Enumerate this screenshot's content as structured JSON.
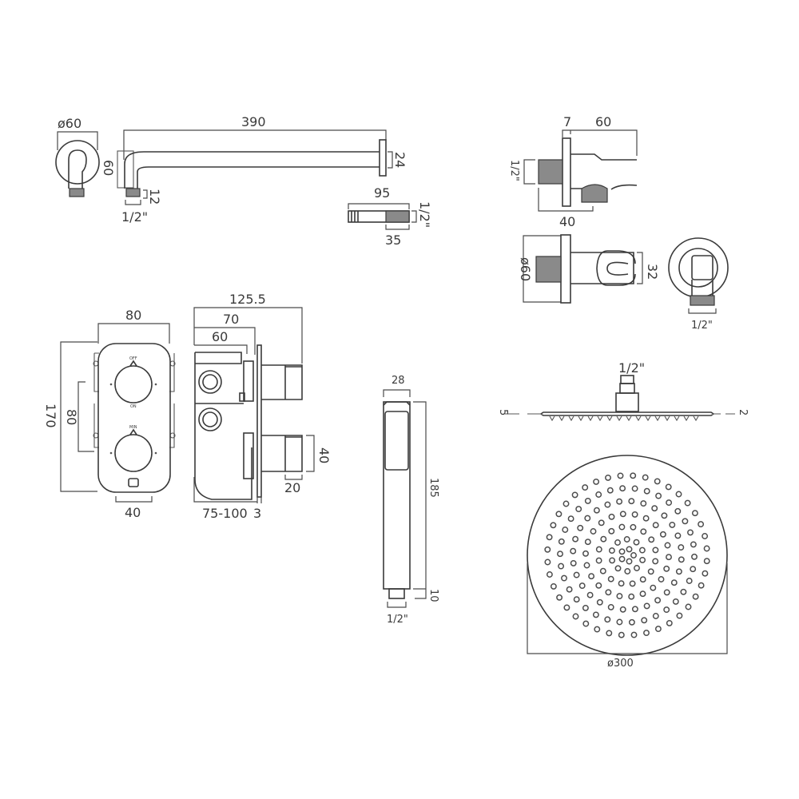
{
  "diagram": {
    "title": "Thermostatic concealed shower kit — technical drawing",
    "components": {
      "wall_flange": {
        "diameter_label": "ø60"
      },
      "shower_arm": {
        "length_label": "390",
        "height_label": "60",
        "end_flange_label": "24",
        "thread_height_label": "12",
        "thread_size_label": "1/2\""
      },
      "arm_connector": {
        "length_label": "95",
        "thread_length_label": "35",
        "thread_size_label": "1/2\""
      },
      "wall_outlet_bracket": {
        "flange_thickness_label": "7",
        "depth_label": "60",
        "thread_size_label": "1/2\"",
        "spigot_label": "40",
        "flange_diameter_label": "ø60",
        "holder_width_label": "32",
        "front_thread_label": "1/2\""
      },
      "valve_front": {
        "width_label": "80",
        "height_label": "170",
        "centres_label": "80",
        "button_width_label": "40",
        "handle_top_text": "OFF",
        "handle_mid_text": "ON",
        "handle_bottom_text": "MIN"
      },
      "valve_side": {
        "overall_depth_label": "125.5",
        "depth_70_label": "70",
        "depth_60_label": "60",
        "handle_height_label": "40",
        "handle_depth_label": "20",
        "wall_depth_label": "75-100",
        "plate_label": "3"
      },
      "hand_shower": {
        "width_label": "28",
        "length_label": "185",
        "thread_length_label": "10",
        "thread_size_label": "1/2\""
      },
      "shower_head": {
        "connector_label": "1/2\"",
        "left_thickness_label": "5",
        "right_thickness_label": "2",
        "diameter_label": "ø300"
      }
    }
  }
}
